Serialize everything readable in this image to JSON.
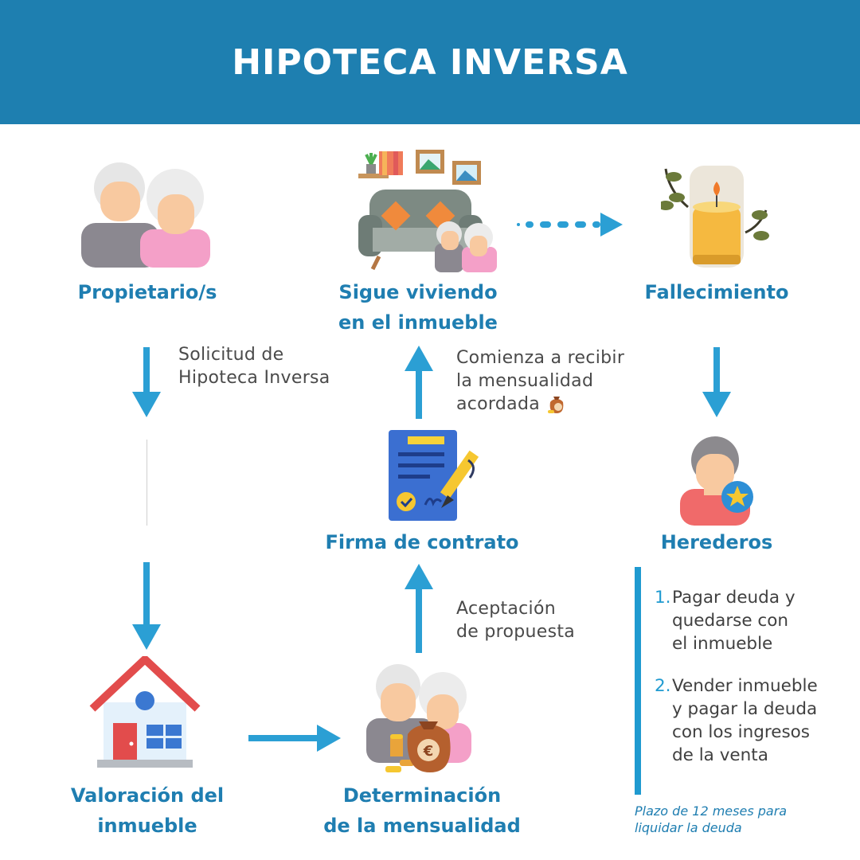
{
  "header": {
    "title": "HIPOTECA INVERSA"
  },
  "steps": {
    "propietarios": "Propietario/s",
    "sigue_line1": "Sigue viviendo",
    "sigue_line2": "en el inmueble",
    "fallecimiento": "Fallecimiento",
    "firma": "Firma de contrato",
    "herederos": "Herederos",
    "valoracion_line1": "Valoración del",
    "valoracion_line2": "inmueble",
    "determinacion_line1": "Determinación",
    "determinacion_line2": "de la mensualidad"
  },
  "notes": {
    "solicitud_line1": "Solicitud de",
    "solicitud_line2": "Hipoteca Inversa",
    "comienza_line1": "Comienza a recibir",
    "comienza_line2": "la mensualidad",
    "comienza_line3": "acordada",
    "aceptacion_line1": "Aceptación",
    "aceptacion_line2": "de propuesta"
  },
  "options": [
    {
      "number": "1.",
      "lines": [
        "Pagar deuda y",
        "quedarse con",
        "el inmueble"
      ]
    },
    {
      "number": "2.",
      "lines": [
        "Vender inmueble",
        "y pagar la deuda",
        "con los ingresos",
        "de la venta"
      ]
    }
  ],
  "footnote": {
    "line1": "Plazo de 12 meses para",
    "line2": "liquidar la deuda"
  },
  "colors": {
    "header": "#1e7fb0",
    "title_text": "#1f7eb1",
    "arrow": "#2b9fd4",
    "house_roof": "#e04b4b",
    "skin": "#f8c9a0"
  },
  "icons": [
    "couple-icon",
    "living-room-icon",
    "candle-icon",
    "contract-icon",
    "heir-icon",
    "house-icon",
    "money-couple-icon",
    "money-bag-icon"
  ]
}
